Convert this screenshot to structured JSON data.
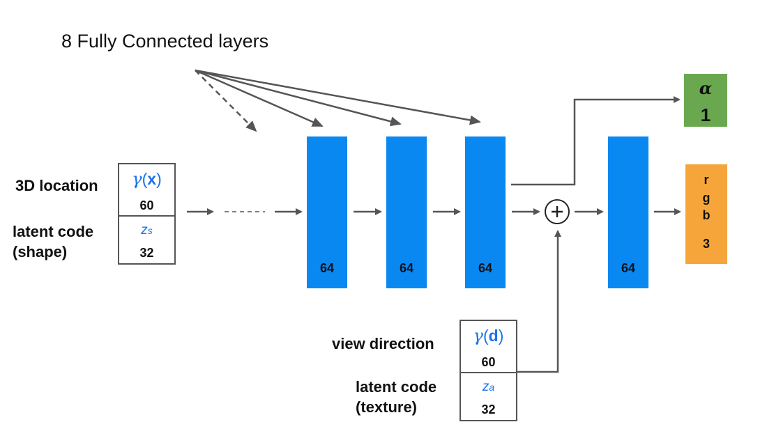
{
  "title": "8 Fully Connected layers",
  "inputs": {
    "location_label": "3D location",
    "gamma_x": {
      "symbol": "γ",
      "arg_open": "(",
      "arg": "x",
      "arg_close": ")",
      "dim": "60"
    },
    "shape_label_1": "latent code",
    "shape_label_2": "(shape)",
    "z_s": {
      "z": "z",
      "sub": "s",
      "dim": "32"
    }
  },
  "view_inputs": {
    "direction_label": "view direction",
    "gamma_d": {
      "symbol": "γ",
      "arg_open": "(",
      "arg": "d",
      "arg_close": ")",
      "dim": "60"
    },
    "texture_label_1": "latent code",
    "texture_label_2": "(texture)",
    "z_a": {
      "z": "z",
      "sub": "a",
      "dim": "32"
    }
  },
  "layers": [
    "64",
    "64",
    "64",
    "64"
  ],
  "sum_symbol": "+",
  "outputs": {
    "alpha": {
      "symbol": "α",
      "dim": "1",
      "color": "#6aa84f"
    },
    "rgb": {
      "r": "r",
      "g": "g",
      "b": "b",
      "dim": "3",
      "color": "#f6a53a"
    }
  },
  "colors": {
    "layer": "#0a88f2",
    "latent_text": "#1a73e8",
    "arrow": "#555555"
  },
  "icons": [
    "plus-circle-icon",
    "arrow-icon",
    "dashed-arrow-icon"
  ]
}
